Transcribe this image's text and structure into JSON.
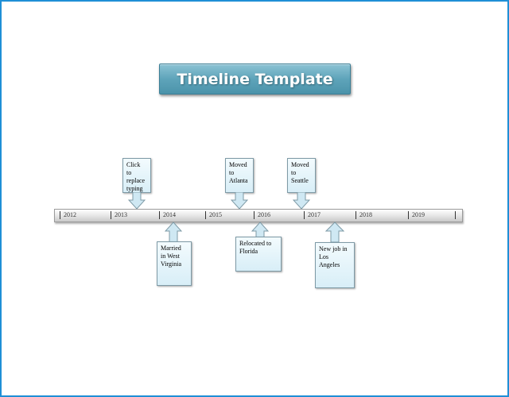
{
  "title": "Timeline Template",
  "colors": {
    "frame_border": "#1f8fd6",
    "title_fill": "#5ea4ba",
    "callout_fill": "#d8eef7",
    "callout_border": "#7e9aa6"
  },
  "timeline": {
    "years": [
      "2012",
      "2013",
      "2014",
      "2015",
      "2016",
      "2017",
      "2018",
      "2019"
    ]
  },
  "events_above": [
    {
      "text": "Click\nto\nreplace\ntyping"
    },
    {
      "text": "Moved\nto\nAtlanta"
    },
    {
      "text": "Moved\nto\nSeattle"
    }
  ],
  "events_below": [
    {
      "text": "Married\nin West\nVirginia"
    },
    {
      "text": "Relocated to\nFlorida"
    },
    {
      "text": "New job in\nLos\nAngeles"
    }
  ]
}
